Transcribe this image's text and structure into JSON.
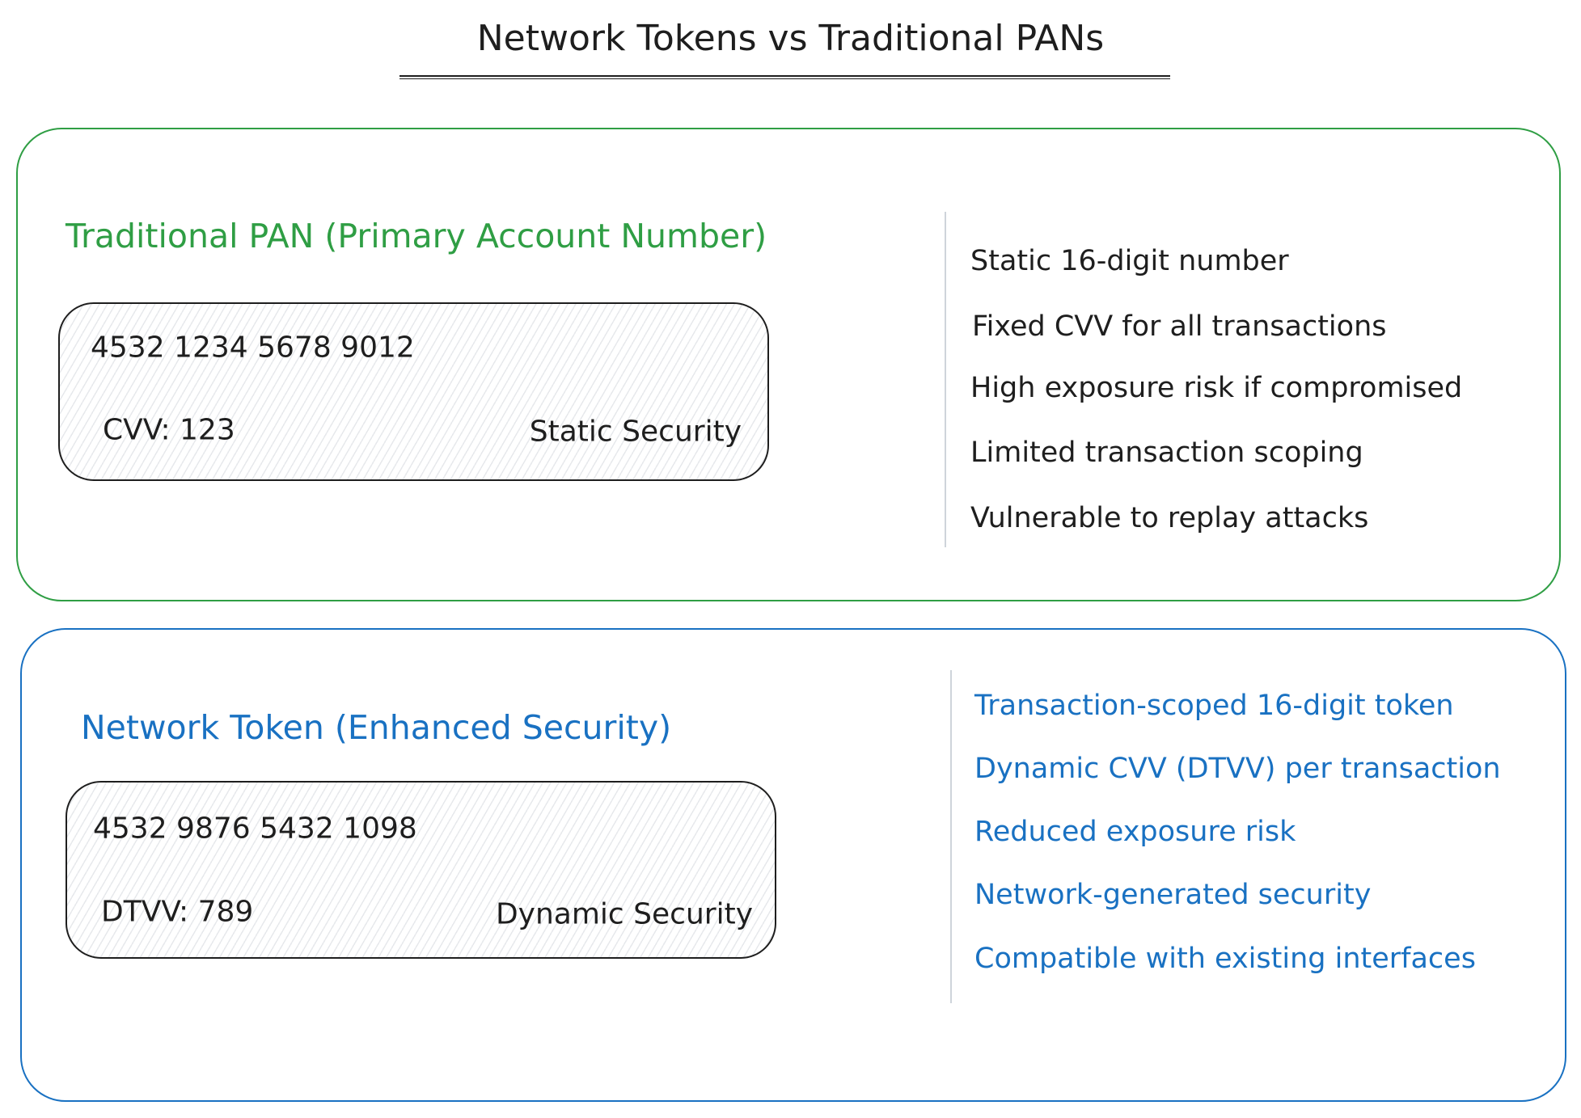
{
  "title": "Network Tokens vs Traditional PANs",
  "colors": {
    "green": "#2f9e44",
    "blue": "#1971c2",
    "ink": "#1e1e1e",
    "divider": "#ced4da"
  },
  "traditional": {
    "heading": "Traditional PAN (Primary Account Number)",
    "card": {
      "number": "4532 1234 5678 9012",
      "code": "CVV: 123",
      "security": "Static Security"
    },
    "features": [
      "Static 16-digit number",
      "Fixed CVV for all transactions",
      "High exposure risk if compromised",
      "Limited transaction scoping",
      "Vulnerable to replay attacks"
    ]
  },
  "token": {
    "heading": "Network Token (Enhanced Security)",
    "card": {
      "number": "4532 9876 5432 1098",
      "code": "DTVV: 789",
      "security": "Dynamic Security"
    },
    "features": [
      "Transaction-scoped 16-digit token",
      "Dynamic CVV (DTVV) per transaction",
      "Reduced exposure risk",
      "Network-generated security",
      "Compatible with existing interfaces"
    ]
  }
}
